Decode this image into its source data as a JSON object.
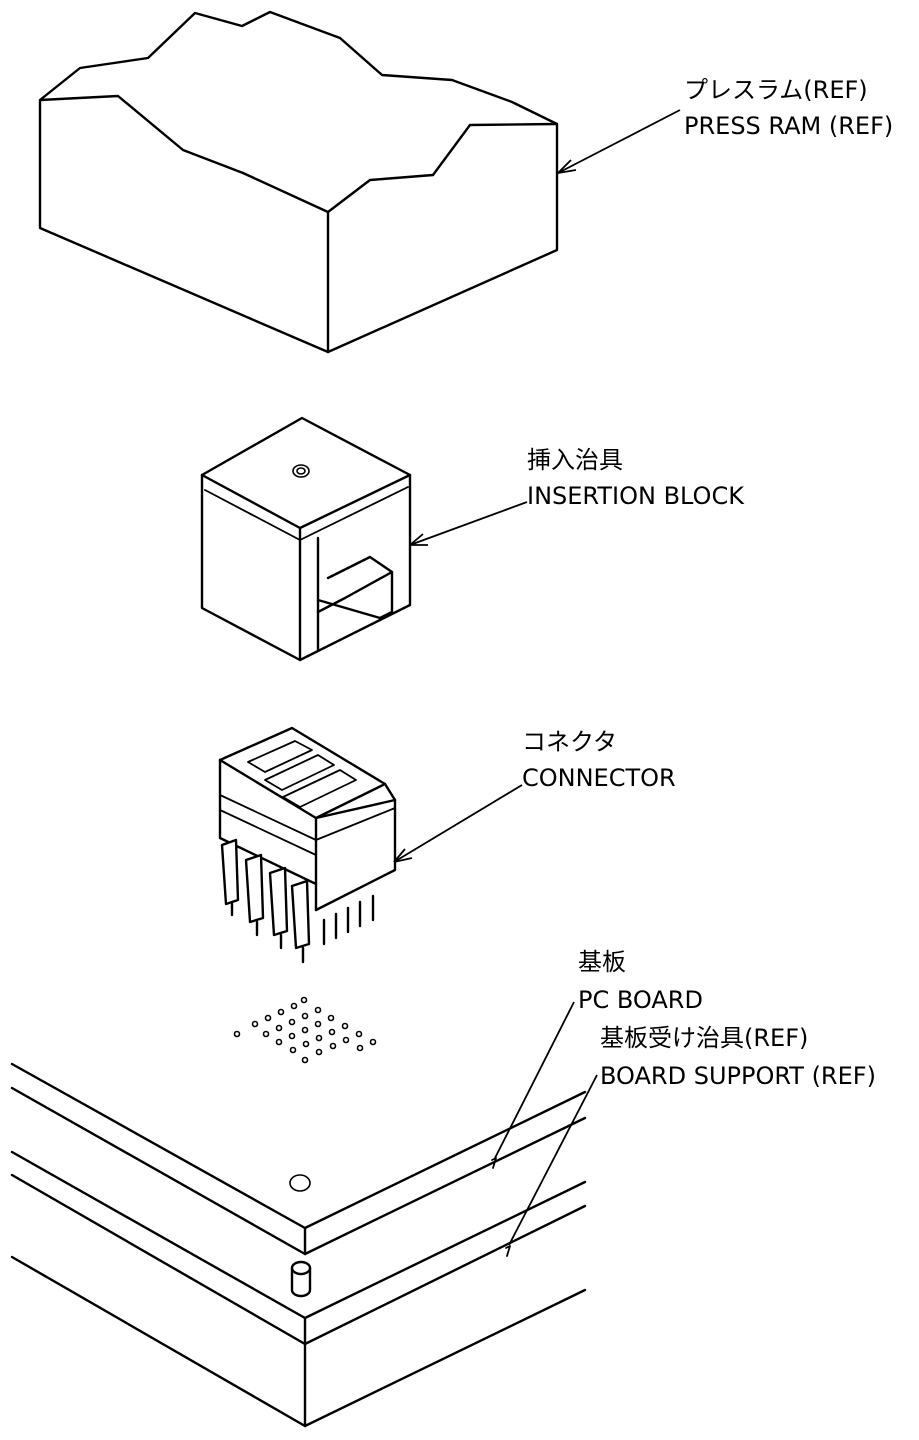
{
  "labels": {
    "press_ram_jp": "プレスラム(REF)",
    "press_ram_en": "PRESS RAM (REF)",
    "insertion_block_jp": "挿入治具",
    "insertion_block_en": "INSERTION BLOCK",
    "connector_jp": "コネクタ",
    "connector_en": "CONNECTOR",
    "pc_board_jp": "基板",
    "pc_board_en": "PC BOARD",
    "board_support_jp": "基板受け治具(REF)",
    "board_support_en": "BOARD SUPPORT (REF)"
  }
}
